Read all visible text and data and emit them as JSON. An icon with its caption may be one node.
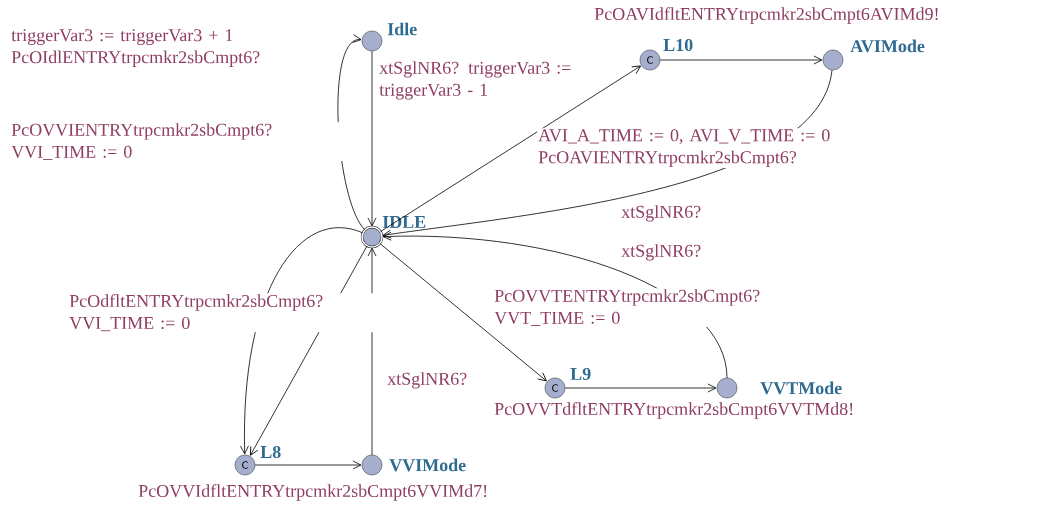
{
  "diagram": {
    "nodes": [
      {
        "text": [
          "Idle"
        ]
      },
      {
        "text": [
          "IDLE"
        ]
      },
      {
        "text": [
          "L10",
          "C"
        ]
      },
      {
        "text": [
          "AVIMode"
        ]
      },
      {
        "text": [
          "L8",
          "C"
        ]
      },
      {
        "text": [
          "VVIMode"
        ]
      },
      {
        "text": [
          "L9",
          "C"
        ]
      },
      {
        "text": [
          "VVTMode"
        ]
      }
    ],
    "edges": [
      {
        "from": 0,
        "to": 1,
        "arrow": "to",
        "label": "xtSglNR6? triggerVar3 := triggerVar3 - 1"
      },
      {
        "from": 1,
        "to": 0,
        "arrow": "to",
        "label": "triggerVar3 := triggerVar3 + 1 PcOIdlENTRYtrpcmkr2sbCmpt6?"
      },
      {
        "from": 1,
        "to": 2,
        "arrow": "to",
        "label": "AVI_A_TIME := 0, AVI_V_TIME := 0 PcOAVIENTRYtrpcmkr2sbCmpt6?"
      },
      {
        "from": 2,
        "to": 3,
        "arrow": "to",
        "label": "PcOAVIdfltENTRYtrpcmkr2sbCmpt6AVIMd9!"
      },
      {
        "from": 3,
        "to": 1,
        "arrow": "to",
        "label": "xtSglNR6?"
      },
      {
        "from": 7,
        "to": 1,
        "arrow": "to",
        "label": "xtSglNR6?"
      },
      {
        "from": 1,
        "to": 6,
        "arrow": "to",
        "label": "PcOVVTENTRYtrpcmkr2sbCmpt6? VVT_TIME := 0"
      },
      {
        "from": 6,
        "to": 7,
        "arrow": "to",
        "label": "PcOVVTdfltENTRYtrpcmkr2sbCmpt6VVTMd8!"
      },
      {
        "from": 1,
        "to": 4,
        "arrow": "to",
        "label": "PcOVVIENTRYtrpcmkr2sbCmpt6? VVI_TIME := 0"
      },
      {
        "from": 1,
        "to": 4,
        "arrow": "to",
        "label": "PcOdfltENTRYtrpcmkr2sbCmpt6? VVI_TIME := 0"
      },
      {
        "from": 4,
        "to": 5,
        "arrow": "to",
        "label": "PcOVVIdfltENTRYtrpcmkr2sbCmpt6VVIMd7!"
      },
      {
        "from": 5,
        "to": 1,
        "arrow": "to",
        "label": "xtSglNR6?"
      }
    ]
  }
}
